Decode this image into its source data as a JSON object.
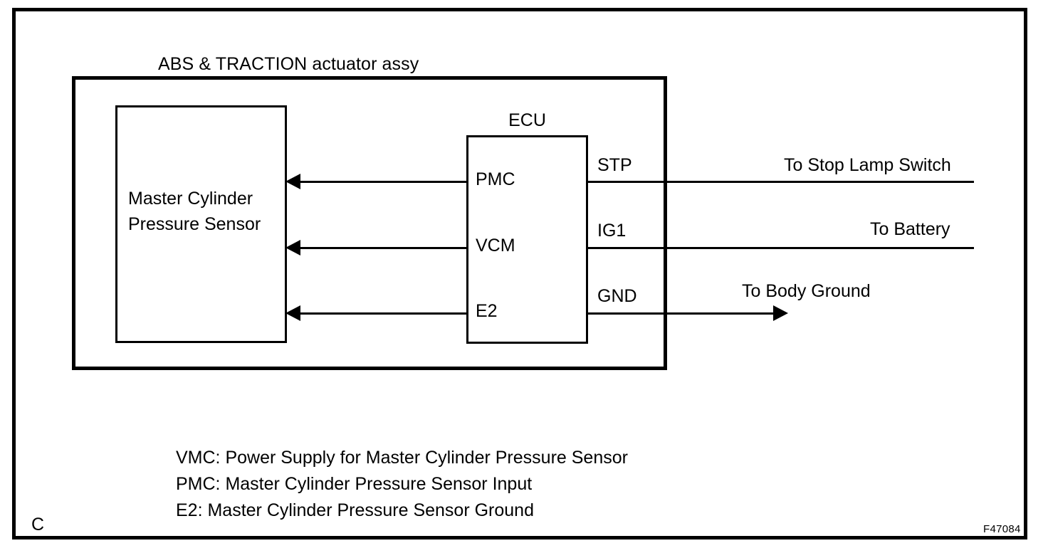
{
  "diagram": {
    "actuator": {
      "title": "ABS & TRACTION actuator assy"
    },
    "sensor": {
      "name_line1": "Master Cylinder",
      "name_line2": "Pressure Sensor"
    },
    "ecu": {
      "title": "ECU",
      "pins": [
        {
          "label": "PMC"
        },
        {
          "label": "VCM"
        },
        {
          "label": "E2"
        }
      ]
    },
    "terminals": [
      {
        "label": "STP"
      },
      {
        "label": "IG1"
      },
      {
        "label": "GND"
      }
    ],
    "destinations": [
      {
        "label": "To Stop Lamp Switch"
      },
      {
        "label": "To Battery"
      },
      {
        "label": "To Body Ground"
      }
    ],
    "legend": [
      "VMC: Power Supply for Master Cylinder Pressure Sensor",
      "PMC: Master Cylinder Pressure Sensor Input",
      "E2: Master Cylinder Pressure Sensor Ground"
    ],
    "corner_mark": "C",
    "figure_code": "F47084",
    "colors": {
      "line": "#000000",
      "background": "#ffffff"
    }
  }
}
